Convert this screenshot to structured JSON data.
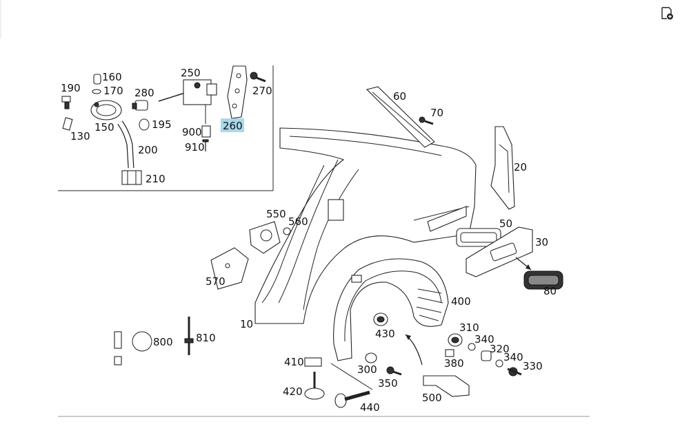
{
  "toolbar": {
    "export_icon": "add-to-document-icon"
  },
  "highlight_color": "#a9d8ea",
  "part_labels": {
    "p10": "10",
    "p20": "20",
    "p30": "30",
    "p50": "50",
    "p60": "60",
    "p70": "70",
    "p80": "80",
    "p130": "130",
    "p150": "150",
    "p160": "160",
    "p170": "170",
    "p190": "190",
    "p195": "195",
    "p200": "200",
    "p210": "210",
    "p250": "250",
    "p260": "260",
    "p270": "270",
    "p280": "280",
    "p300": "300",
    "p310": "310",
    "p320": "320",
    "p330": "330",
    "p340a": "340",
    "p340b": "340",
    "p350": "350",
    "p380": "380",
    "p400": "400",
    "p410": "410",
    "p420": "420",
    "p430": "430",
    "p440": "440",
    "p500": "500",
    "p550": "550",
    "p560": "560",
    "p570": "570",
    "p800": "800",
    "p810": "810",
    "p900": "900",
    "p910": "910"
  },
  "selected_part": "260"
}
